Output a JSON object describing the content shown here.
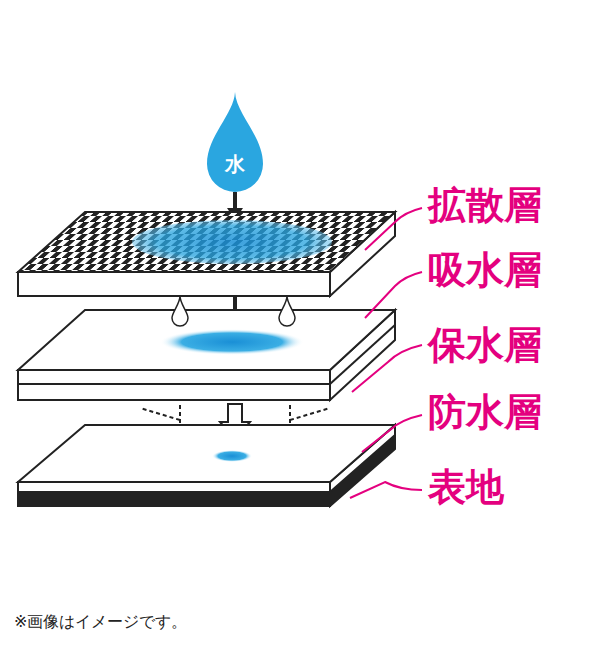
{
  "diagram": {
    "caption": "※画像はイメージです。",
    "nodes": [
      {
        "text": [
          "水"
        ]
      }
    ],
    "labels": [
      "拡散層",
      "吸水層",
      "保水層",
      "防水層",
      "表地"
    ]
  }
}
